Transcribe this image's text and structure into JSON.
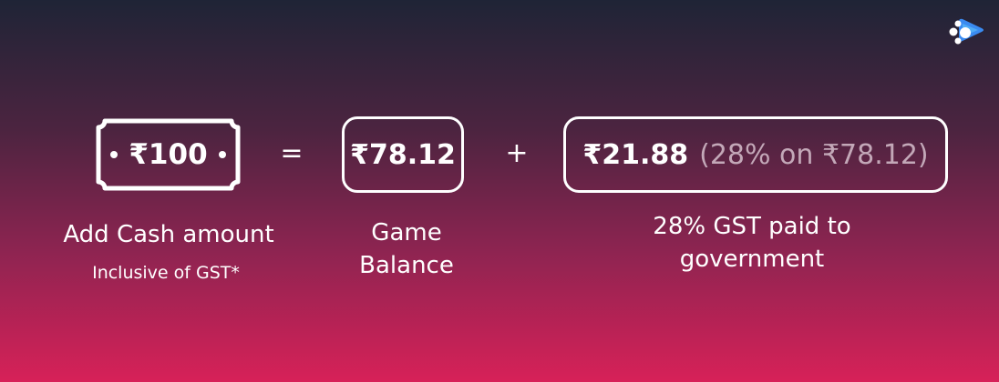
{
  "logo": {
    "icon": "brand-logo-icon"
  },
  "cash_note": {
    "amount": "₹100"
  },
  "operators": {
    "equals": "=",
    "plus": "+"
  },
  "game_balance_box": {
    "amount": "₹78.12"
  },
  "gst_box": {
    "amount": "₹21.88",
    "detail": "(28% on ₹78.12)"
  },
  "captions": {
    "add_cash": "Add Cash amount",
    "inclusive": "Inclusive of GST*",
    "game_line1": "Game",
    "game_line2": "Balance",
    "gst_line1": "28% GST paid to",
    "gst_line2": "government"
  },
  "colors": {
    "gradient_top": "#1f2436",
    "gradient_bottom": "#d72158",
    "text": "#ffffff",
    "muted_text": "#c3a8b8",
    "logo_blue": "#3a8bf1",
    "logo_light": "#58b5f8"
  }
}
